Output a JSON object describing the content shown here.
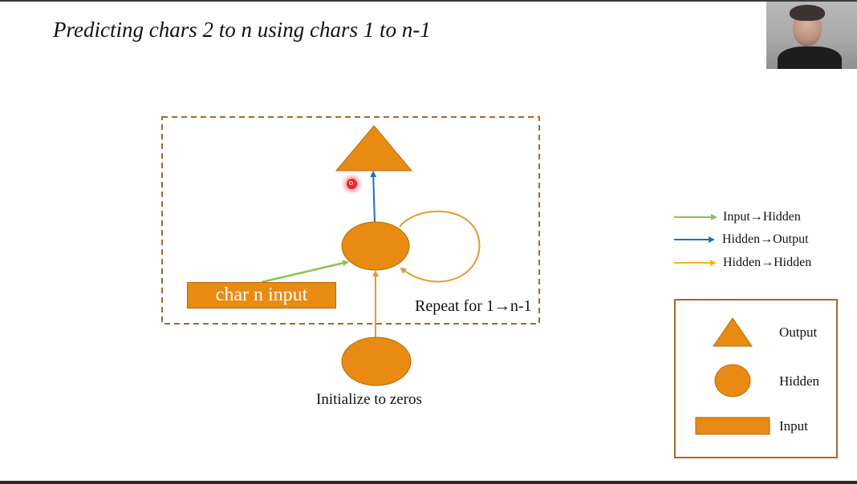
{
  "slide": {
    "title": "Predicting chars 2 to n using chars 1 to n-1"
  },
  "diagram": {
    "input_label": "char n input",
    "repeat_label": "Repeat for 1→n-1",
    "init_label": "Initialize to zeros"
  },
  "legend": {
    "arrows": [
      {
        "label": "Input→Hidden",
        "color": "#8dc152"
      },
      {
        "label": "Hidden→Output",
        "color": "#1f6fb8"
      },
      {
        "label": "Hidden→Hidden",
        "color": "#f0b81d"
      }
    ],
    "shapes": [
      {
        "label": "Output",
        "icon": "triangle-icon"
      },
      {
        "label": "Hidden",
        "icon": "circle-icon"
      },
      {
        "label": "Input",
        "icon": "rectangle-icon"
      }
    ]
  },
  "colors": {
    "node_fill": "#e98b12",
    "node_stroke": "#b56a08",
    "dashed_border": "#a8662a",
    "input_to_hidden": "#8dc152",
    "hidden_to_output": "#1f6fb8",
    "hidden_to_hidden": "#f0b81d",
    "pointer": "#e8252b"
  },
  "webcam": {
    "icon": "presenter-webcam"
  }
}
